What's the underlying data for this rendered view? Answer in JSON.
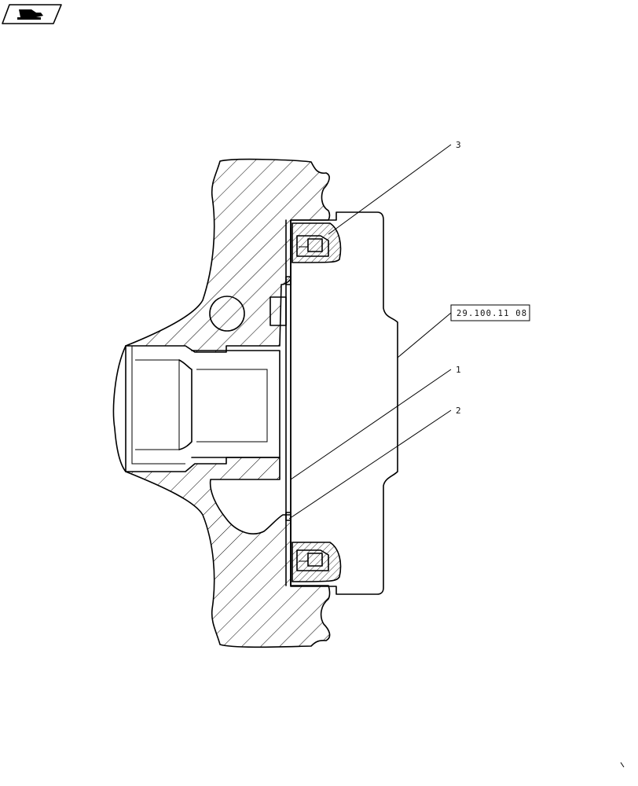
{
  "callouts": {
    "item3": "3",
    "item1": "1",
    "item2": "2"
  },
  "reference_box": "29.100.11 08",
  "icons": {
    "badge": "book-hand-icon"
  }
}
